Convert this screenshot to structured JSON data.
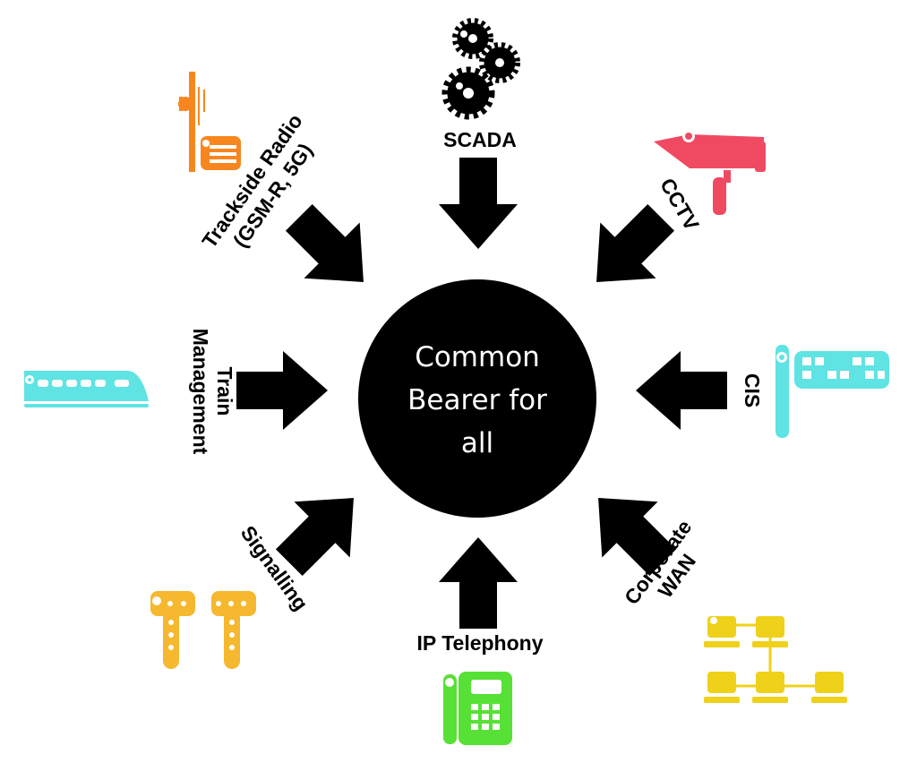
{
  "hub": {
    "lines": [
      "Common",
      "Bearer for",
      "all"
    ],
    "color": "#000000"
  },
  "sources": {
    "scada": {
      "label": "SCADA",
      "icon": "gears-icon",
      "color": "#000000"
    },
    "cctv": {
      "label": "CCTV",
      "icon": "cctv-camera-icon",
      "color": "#f04a63"
    },
    "cis": {
      "label": "CIS",
      "icon": "information-display-icon",
      "color": "#5fe3e3"
    },
    "corporate_wan": {
      "line1": "Corporate",
      "line2": "WAN",
      "icon": "network-computers-icon",
      "color": "#efd11a"
    },
    "ip_telephony": {
      "label": "IP Telephony",
      "icon": "desk-phone-icon",
      "color": "#57e035"
    },
    "signalling": {
      "label": "Signalling",
      "icon": "signal-posts-icon",
      "color": "#f5b82e"
    },
    "train_management": {
      "line1": "Train",
      "line2": "Management",
      "icon": "train-icon",
      "color": "#5fe3e3"
    },
    "trackside_radio": {
      "line1": "Trackside Radio",
      "line2": "(GSM-R, 5G)",
      "icon": "radio-mast-icon",
      "color": "#f7861f"
    }
  }
}
